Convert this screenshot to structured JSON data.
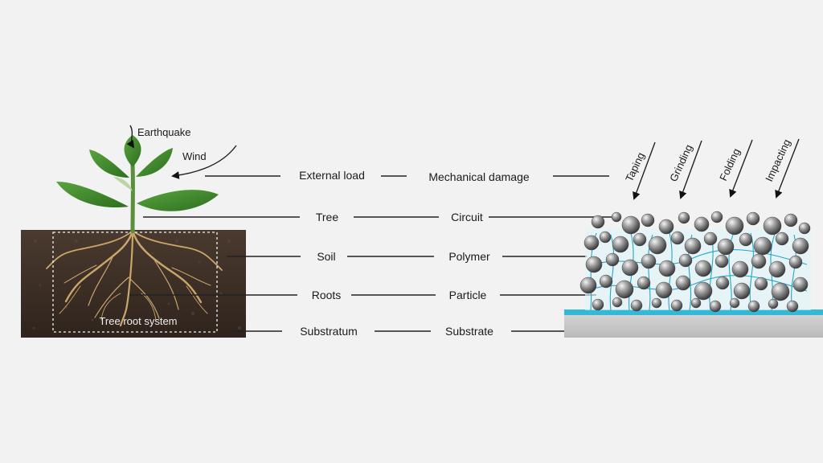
{
  "left": {
    "earthquake": "Earthquake",
    "wind": "Wind",
    "root_system": "Tree root system"
  },
  "center": {
    "left_column": [
      "External load",
      "Tree",
      "Soil",
      "Roots",
      "Substratum"
    ],
    "right_column": [
      "Mechanical damage",
      "Circuit",
      "Polymer",
      "Particle",
      "Substrate"
    ]
  },
  "right": {
    "forces": [
      "Taping",
      "Grinding",
      "Folding",
      "Impacting"
    ]
  },
  "colors": {
    "background": "#f2f2f2",
    "soil": "#3d2f26",
    "root": "#c9a66b",
    "leaf": "#3f8a2e",
    "polymer": "#35b7d6",
    "substrate": "#c6c6c6",
    "particle": "#8b8b8b"
  }
}
